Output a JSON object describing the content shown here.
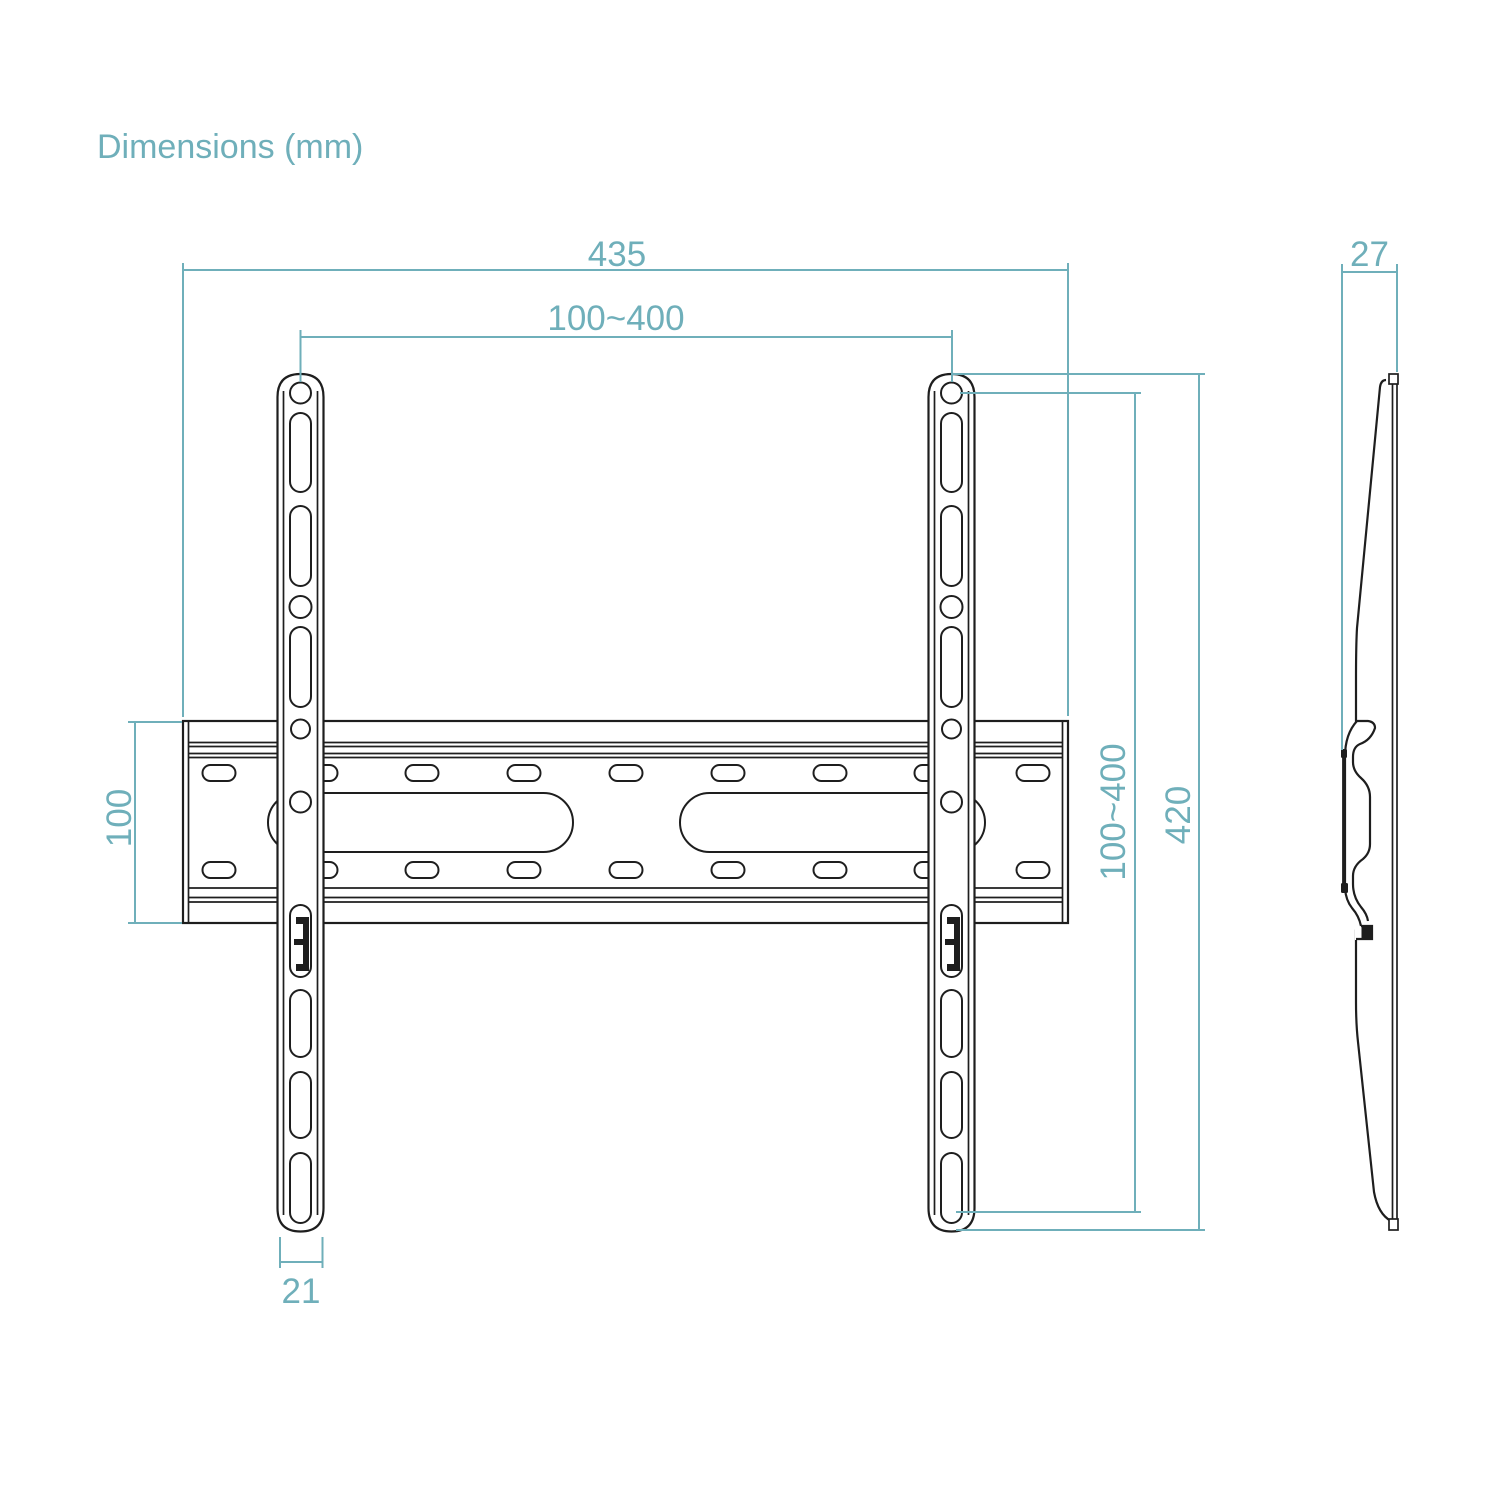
{
  "title": "Dimensions (mm)",
  "colors": {
    "accent": "#6fafba",
    "ink": "#1e1e1e",
    "bg": "#ffffff"
  },
  "labels": {
    "overall_width": "435",
    "vesa_width_range": "100~400",
    "plate_height": "100",
    "vesa_height_range": "100~400",
    "bracket_height": "420",
    "bracket_width": "21",
    "depth": "27"
  }
}
